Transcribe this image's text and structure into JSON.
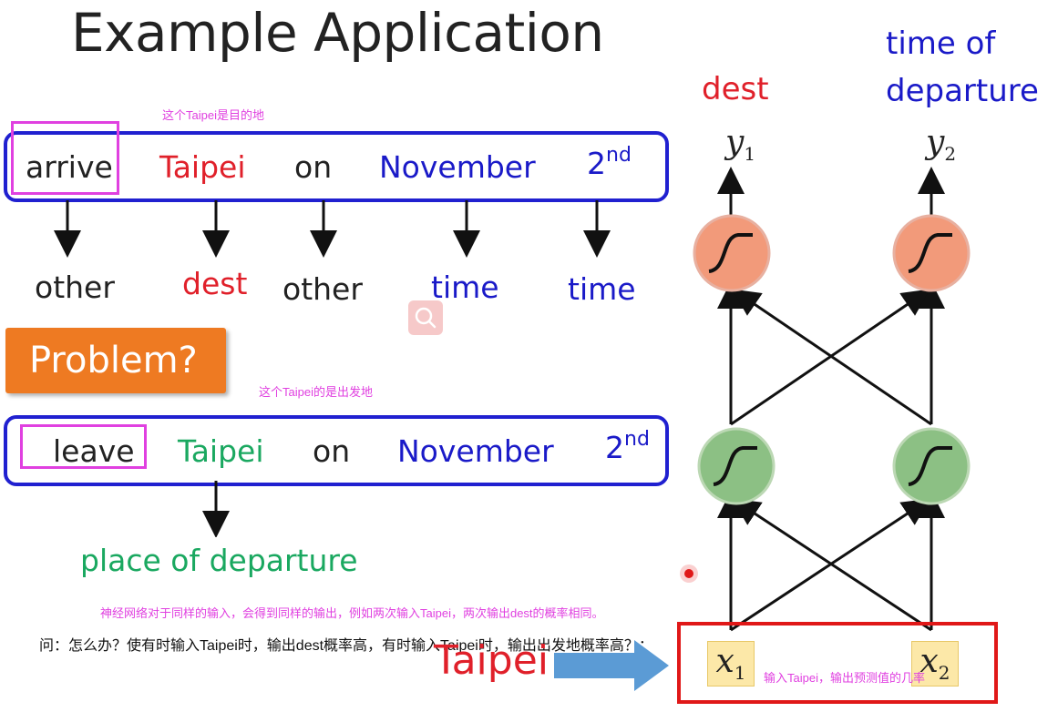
{
  "title": "Example Application",
  "annotations": {
    "note1": "这个Taipei是目的地",
    "note2": "这个Taipei的是出发地",
    "note3": "神经网络对于同样的输入，会得到同样的输出，例如两次输入Taipei，两次输出dest的概率相同。",
    "question": "问：怎么办？使有时输入Taipei时，输出dest概率高，有时输入Taipei时，输出出发地概率高？；",
    "note4": "输入Taipei，输出预测值的几率"
  },
  "sentence1": {
    "words": [
      "arrive",
      "Taipei",
      "on",
      "November",
      "2"
    ],
    "ordinal_suffix": "nd",
    "labels": [
      "other",
      "dest",
      "other",
      "time",
      "time"
    ]
  },
  "problem_label": "Problem?",
  "sentence2": {
    "words": [
      "leave",
      "Taipei",
      "on",
      "November",
      "2"
    ],
    "ordinal_suffix": "nd",
    "label": "place of departure"
  },
  "network": {
    "output_labels": [
      "dest",
      "time of",
      "departure"
    ],
    "outputs": [
      "y",
      "y"
    ],
    "output_subs": [
      "1",
      "2"
    ],
    "inputs": [
      "x",
      "x"
    ],
    "input_subs": [
      "1",
      "2"
    ],
    "input_word": "Taipei"
  },
  "colors": {
    "red": "#e0202a",
    "blue": "#1a1ac8",
    "green": "#1aa860",
    "magenta": "#e040e0",
    "orange_button": "#ee7a22",
    "neuron_top": "#f29a7a",
    "neuron_bottom": "#8cc084",
    "arrow_blue": "#5b9bd5"
  },
  "icons": [
    "search-icon",
    "sigmoid-icon",
    "arrow-right-icon"
  ]
}
